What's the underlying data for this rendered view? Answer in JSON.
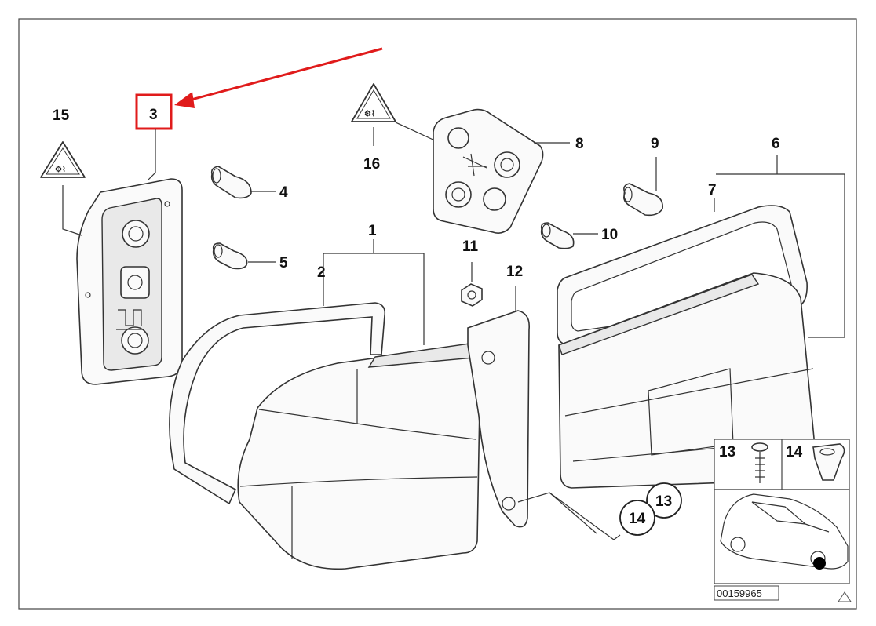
{
  "diagram": {
    "labels": {
      "p1": "1",
      "p2": "2",
      "p3": "3",
      "p4": "4",
      "p5": "5",
      "p6": "6",
      "p7": "7",
      "p8": "8",
      "p9": "9",
      "p10": "10",
      "p11": "11",
      "p12": "12",
      "p13": "13",
      "p14": "14",
      "p15": "15",
      "p16": "16"
    },
    "inset": {
      "label13": "13",
      "label14": "14"
    },
    "callouts": {
      "c13": "13",
      "c14": "14"
    },
    "drawing_number": "00159965",
    "highlight": {
      "part": "3",
      "color": "#e01b1b"
    }
  }
}
